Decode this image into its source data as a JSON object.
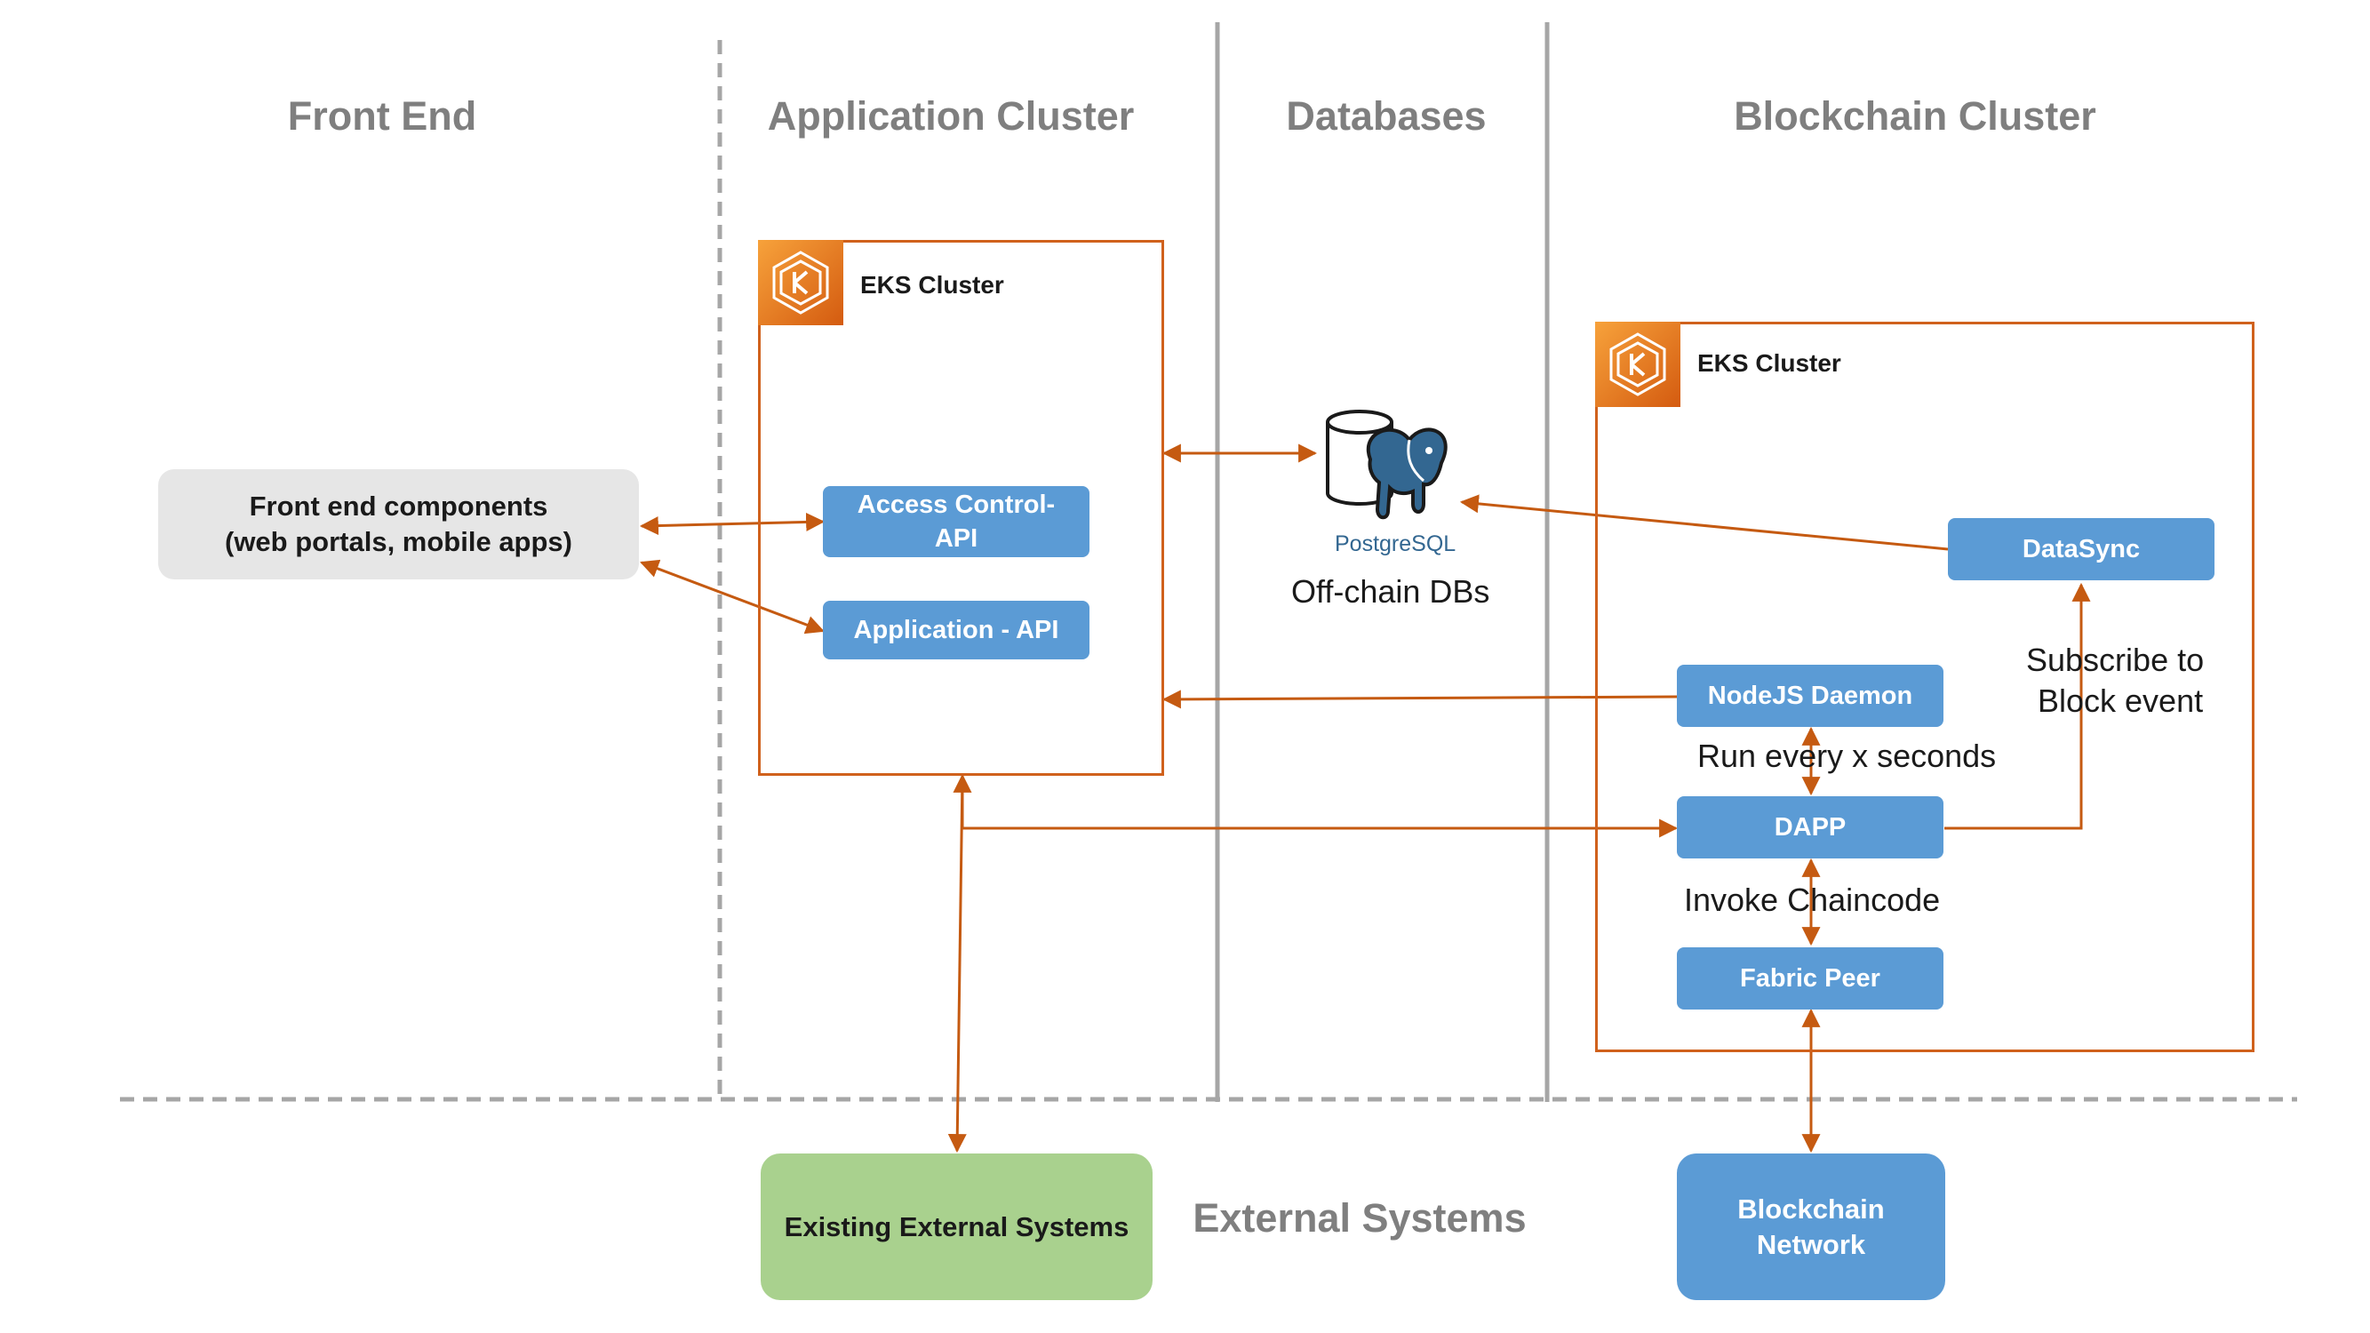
{
  "sections": {
    "front_end": "Front End",
    "application_cluster": "Application Cluster",
    "databases": "Databases",
    "blockchain_cluster": "Blockchain Cluster",
    "external_systems": "External Systems"
  },
  "app_cluster": {
    "title": "EKS Cluster",
    "access_control_line1": "Access Control-",
    "access_control_line2": "API",
    "application_api": "Application - API"
  },
  "front_end": {
    "line1": "Front end components",
    "line2": "(web portals, mobile apps)"
  },
  "database": {
    "logo_text_a": "Postgre",
    "logo_text_b": "SQL",
    "caption": "Off-chain DBs"
  },
  "blockchain_cluster": {
    "title": "EKS Cluster",
    "datasync": "DataSync",
    "nodejs_daemon": "NodeJS Daemon",
    "dapp": "DAPP",
    "fabric_peer": "Fabric Peer",
    "subscribe_line1": "Subscribe to",
    "subscribe_line2": "Block event",
    "run_every": "Run every x seconds",
    "invoke": "Invoke Chaincode"
  },
  "external": {
    "existing_systems": "Existing External Systems",
    "blockchain_line1": "Blockchain",
    "blockchain_line2": "Network"
  },
  "colors": {
    "arrow": "#c55a11",
    "cluster_border": "#d0611c",
    "box_blue": "#5b9bd5",
    "box_green": "#a9d18e",
    "box_grey": "#e6e6e6",
    "header_grey": "#7f7f7f",
    "divider": "#a6a6a6"
  },
  "icons": [
    "kubernetes-eks-icon",
    "postgresql-elephant-icon",
    "database-cylinder-icon"
  ]
}
